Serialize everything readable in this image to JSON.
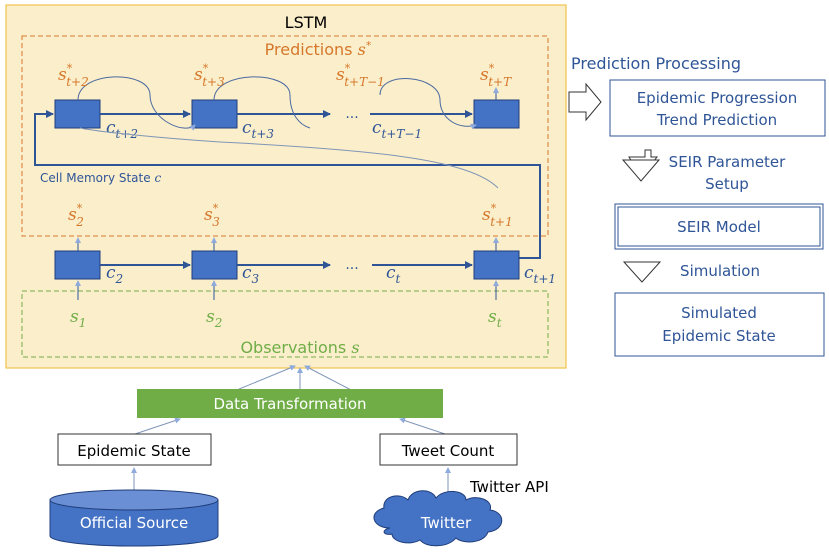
{
  "colors": {
    "lstm_fill": "#fbeecb",
    "lstm_border": "#f0c34a",
    "cell_fill": "#4472c4",
    "cell_border": "#1f3d7a",
    "blue_text": "#2f5597",
    "orange_text": "#d6782a",
    "green_text": "#70ad47",
    "green_fill": "#70ad47",
    "box_border": "#2f5597"
  },
  "lstm": {
    "title": "LSTM",
    "predictions_label": "Predictions",
    "predictions_sym": "s",
    "predictions_sup": "*",
    "observations_label": "Observations",
    "observations_sym": "s",
    "memory_label": "Cell Memory State",
    "memory_sym": "c",
    "top_row": {
      "pred_labels": [
        {
          "sym": "s",
          "sup": "*",
          "sub": "t+2"
        },
        {
          "sym": "s",
          "sup": "*",
          "sub": "t+3"
        },
        {
          "sym": "s",
          "sup": "*",
          "sub": "t+T−1"
        },
        {
          "sym": "s",
          "sup": "*",
          "sub": "t+T"
        }
      ],
      "cell_labels": [
        {
          "sym": "c",
          "sub": "t+2"
        },
        {
          "sym": "c",
          "sub": "t+3"
        },
        {
          "sym": "c",
          "sub": "t+T−1"
        }
      ],
      "ellipsis": "···"
    },
    "bottom_row": {
      "pred_labels": [
        {
          "sym": "s",
          "sup": "*",
          "sub": "2"
        },
        {
          "sym": "s",
          "sup": "*",
          "sub": "3"
        },
        {
          "sym": "s",
          "sup": "*",
          "sub": "t+1"
        }
      ],
      "cell_labels": [
        {
          "sym": "c",
          "sub": "2"
        },
        {
          "sym": "c",
          "sub": "3"
        },
        {
          "sym": "c",
          "sub": "t"
        },
        {
          "sym": "c",
          "sub": "t+1"
        }
      ],
      "obs_labels": [
        {
          "sym": "s",
          "sub": "1"
        },
        {
          "sym": "s",
          "sub": "2"
        },
        {
          "sym": "s",
          "sub": "t"
        }
      ],
      "ellipsis": "···"
    }
  },
  "pipeline": {
    "title": "Prediction Processing",
    "trend_line1": "Epidemic Progression",
    "trend_line2": "Trend Prediction",
    "seir_param_line1": "SEIR Parameter",
    "seir_param_line2": "Setup",
    "seir_model": "SEIR Model",
    "simulation": "Simulation",
    "sim_line1": "Simulated",
    "sim_line2": "Epidemic State"
  },
  "inputs": {
    "data_transformation": "Data Transformation",
    "epidemic_state": "Epidemic State",
    "tweet_count": "Tweet Count",
    "twitter_api": "Twitter API",
    "official_source": "Official Source",
    "twitter": "Twitter"
  }
}
